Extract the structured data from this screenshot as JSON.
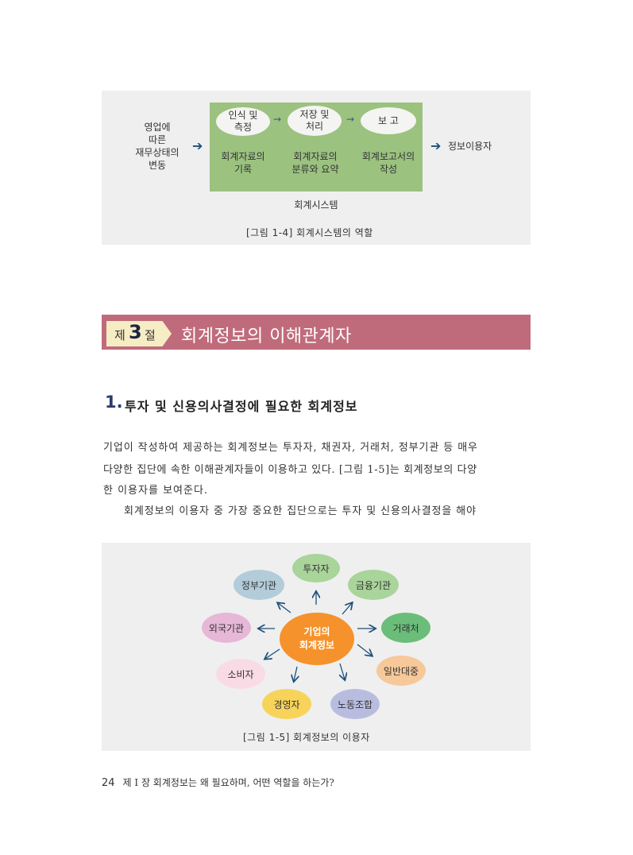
{
  "figure_1_4": {
    "input_label": "영업에\n따른\n재무상태의\n변동",
    "ovals": [
      "인식 및\n측정",
      "저장 및\n처리",
      "보 고"
    ],
    "sub_labels": [
      "회계자료의\n기록",
      "회계자료의\n분류와 요약",
      "회계보고서의\n작성"
    ],
    "output_label": "정보이용자",
    "system_label": "회계시스템",
    "caption": "[그림 1-4]   회계시스템의 역할"
  },
  "section": {
    "prefix": "제",
    "number": "3",
    "suffix": "절",
    "title": "회계정보의 이해관계자"
  },
  "heading": {
    "number": "1.",
    "text": "투자 및 신용의사결정에 필요한 회계정보"
  },
  "body": {
    "line1": "기업이 작성하여 제공하는 회계정보는 투자자, 채권자, 거래처, 정부기관 등 매우",
    "line2": "다양한 집단에 속한 이해관계자들이 이용하고 있다. [그림 1-5]는 회계정보의 다양",
    "line3": "한 이용자를 보여준다.",
    "line4": "회계정보의 이용자 중 가장 중요한 집단으로는 투자 및 신용의사결정을 해야"
  },
  "figure_1_5": {
    "center": "기업의\n회계정보",
    "users": [
      "투자자",
      "금융기관",
      "거래처",
      "일반대중",
      "노동조합",
      "경영자",
      "소비자",
      "외국기관",
      "정부기관"
    ],
    "colors": {
      "center": "#f5922b",
      "투자자": "#a9d49a",
      "금융기관": "#a9d49a",
      "거래처": "#6bbd7a",
      "일반대중": "#f6c89a",
      "노동조합": "#b8bde0",
      "경영자": "#f7d35a",
      "소비자": "#f9dbe6",
      "외국기관": "#e7b7d7",
      "정부기관": "#b3ccd9"
    },
    "caption": "[그림 1-5]   회계정보의 이용자"
  },
  "footer": {
    "page_number": "24",
    "chapter_text": "제 I 장 회계정보는 왜 필요하며, 어떤 역할을 하는가?"
  }
}
